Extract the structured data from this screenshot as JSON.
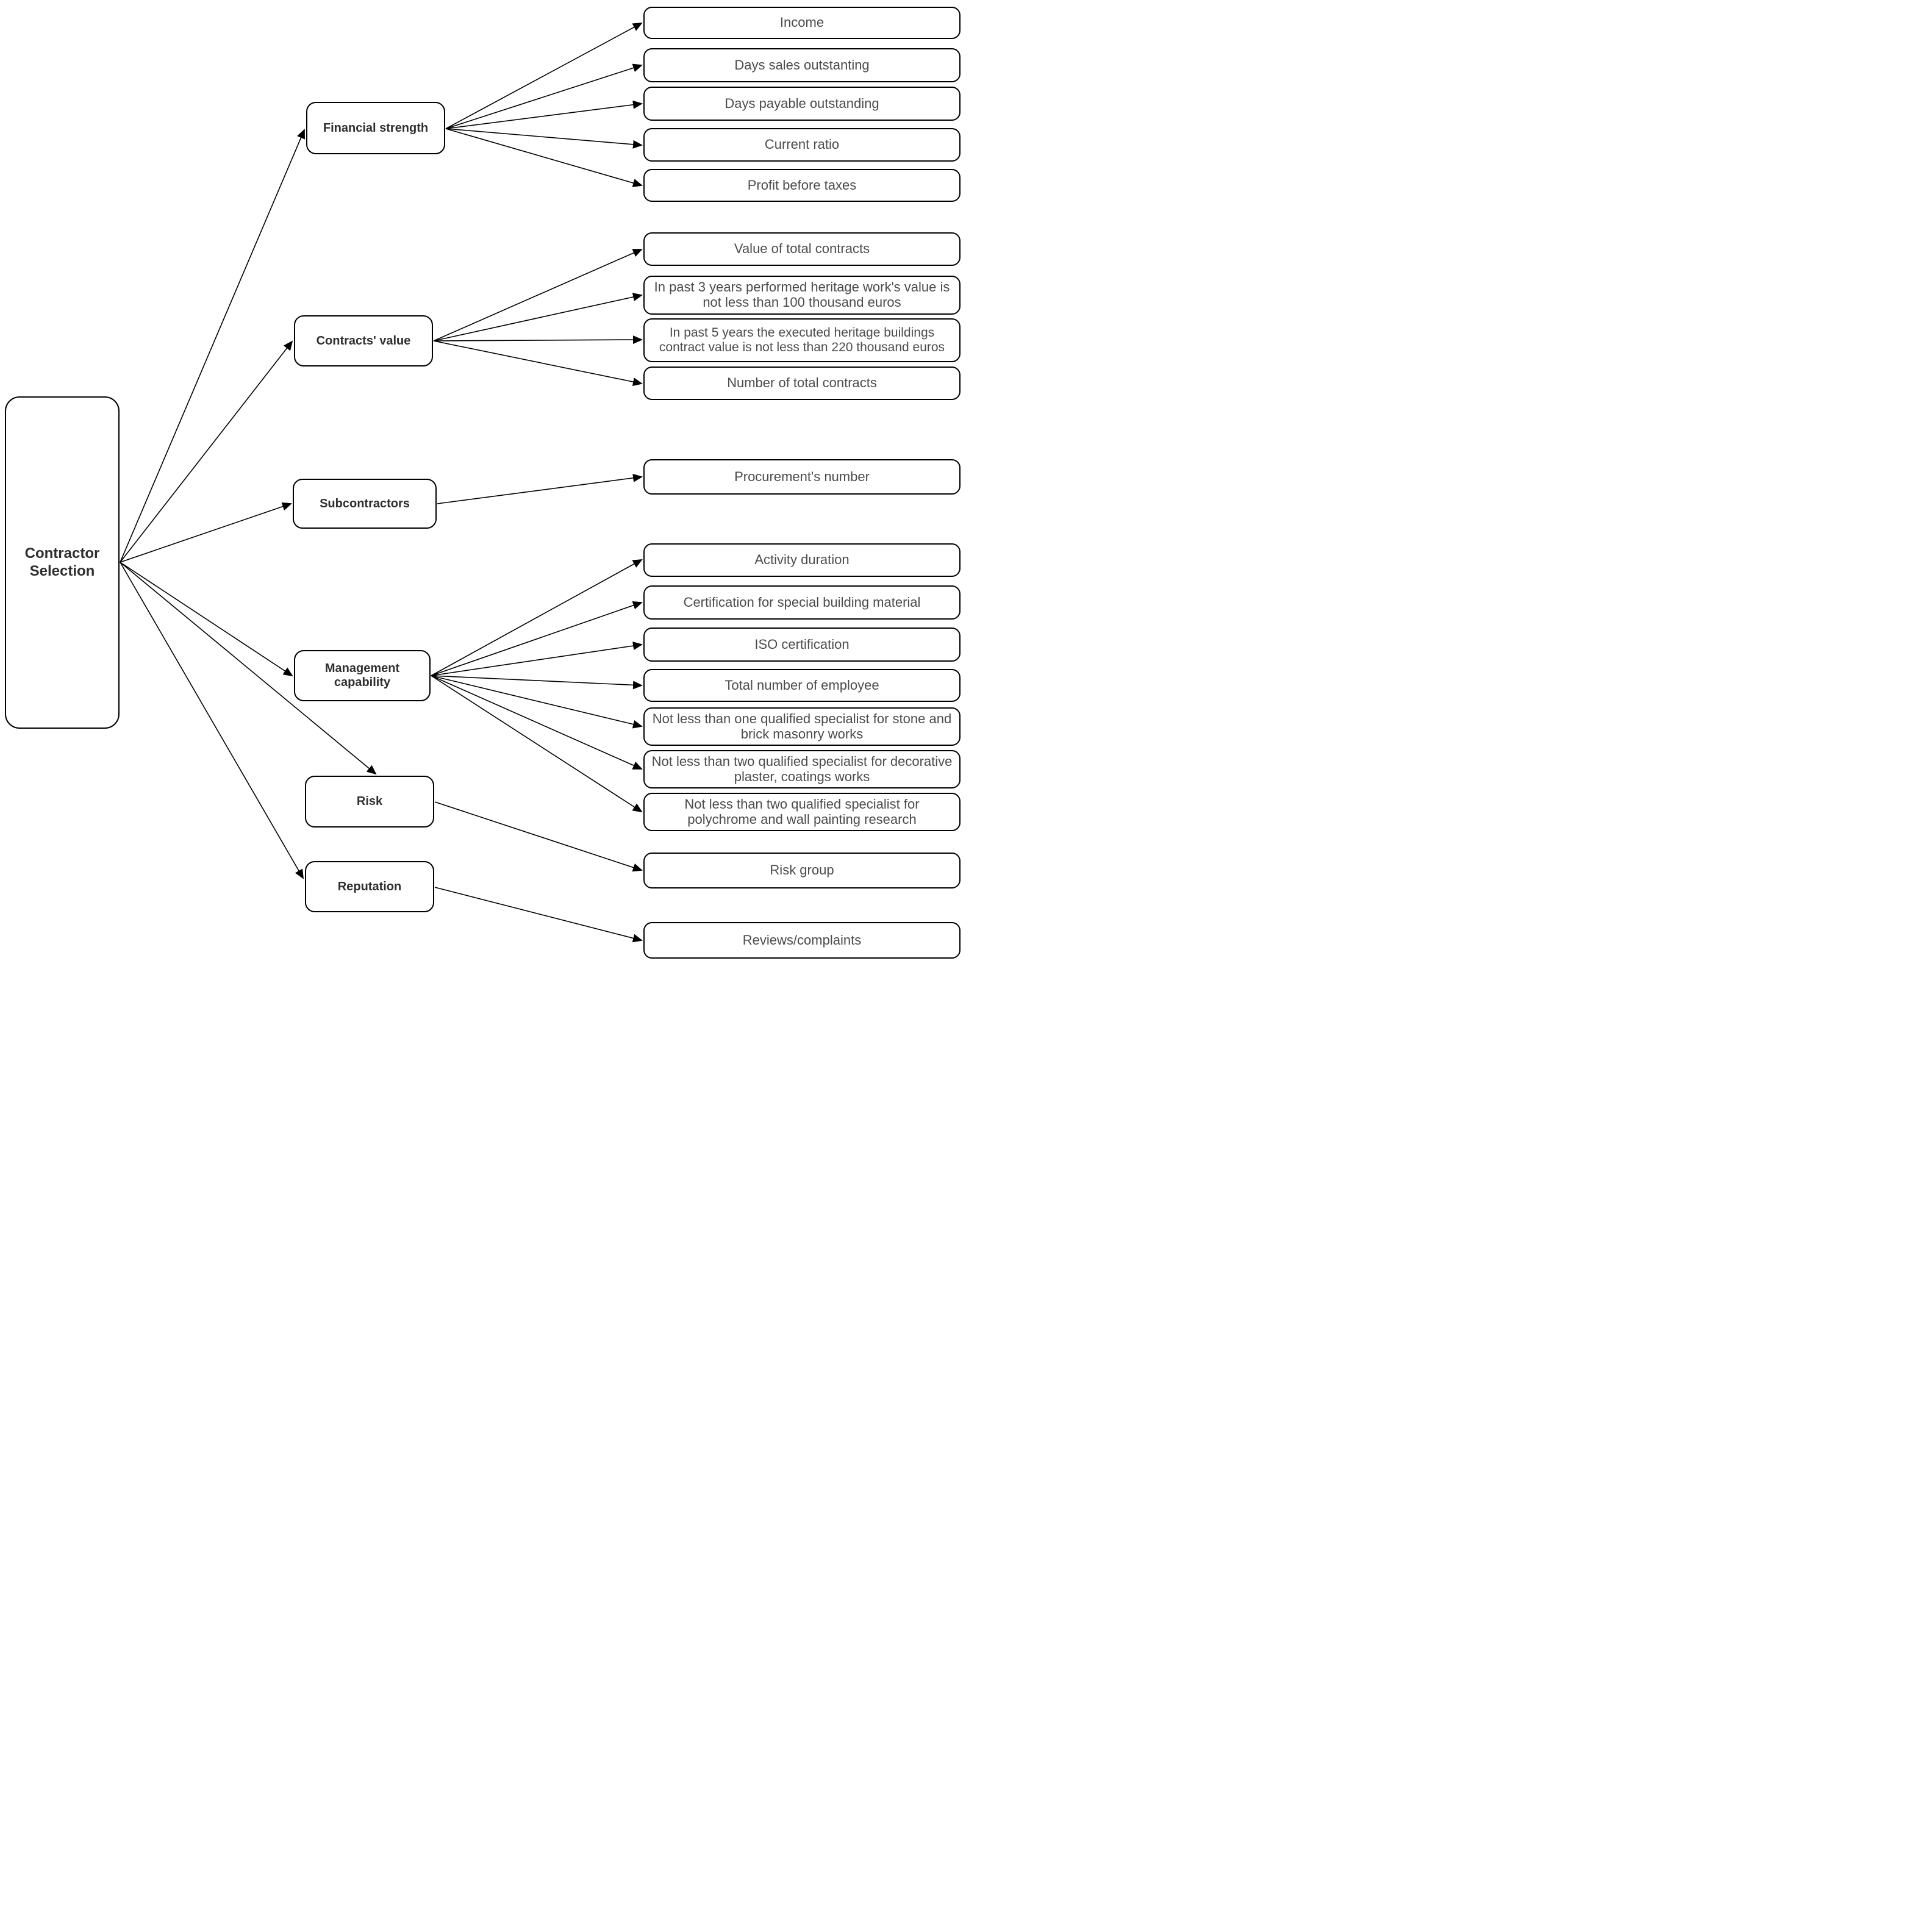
{
  "diagram": {
    "root_label": "Contractor Selection",
    "criteria": [
      {
        "label": "Financial strength",
        "children": [
          "Income",
          "Days sales outstanting",
          "Days payable outstanding",
          "Current ratio",
          "Profit before taxes"
        ]
      },
      {
        "label": "Contracts' value",
        "children": [
          "Value of total contracts",
          "In past 3 years performed heritage work's value is not less than 100 thousand euros",
          "In past 5 years the executed heritage buildings contract value is not less than 220 thousand euros",
          "Number of total contracts"
        ]
      },
      {
        "label": "Subcontractors",
        "children": [
          "Procurement's number"
        ]
      },
      {
        "label": "Management capability",
        "children": [
          "Activity duration",
          "Certification for special building material",
          "ISO certification",
          "Total number of employee",
          "Not less than one qualified specialist for stone and brick masonry works",
          "Not less than two qualified specialist for decorative plaster, coatings works",
          "Not less than two qualified specialist for polychrome and wall painting research"
        ]
      },
      {
        "label": "Risk",
        "children": [
          "Risk group"
        ]
      },
      {
        "label": "Reputation",
        "children": [
          "Reviews/complaints"
        ]
      }
    ],
    "colors": {
      "border": "#000000",
      "text": "#4b4b4b",
      "background": "#ffffff"
    }
  }
}
